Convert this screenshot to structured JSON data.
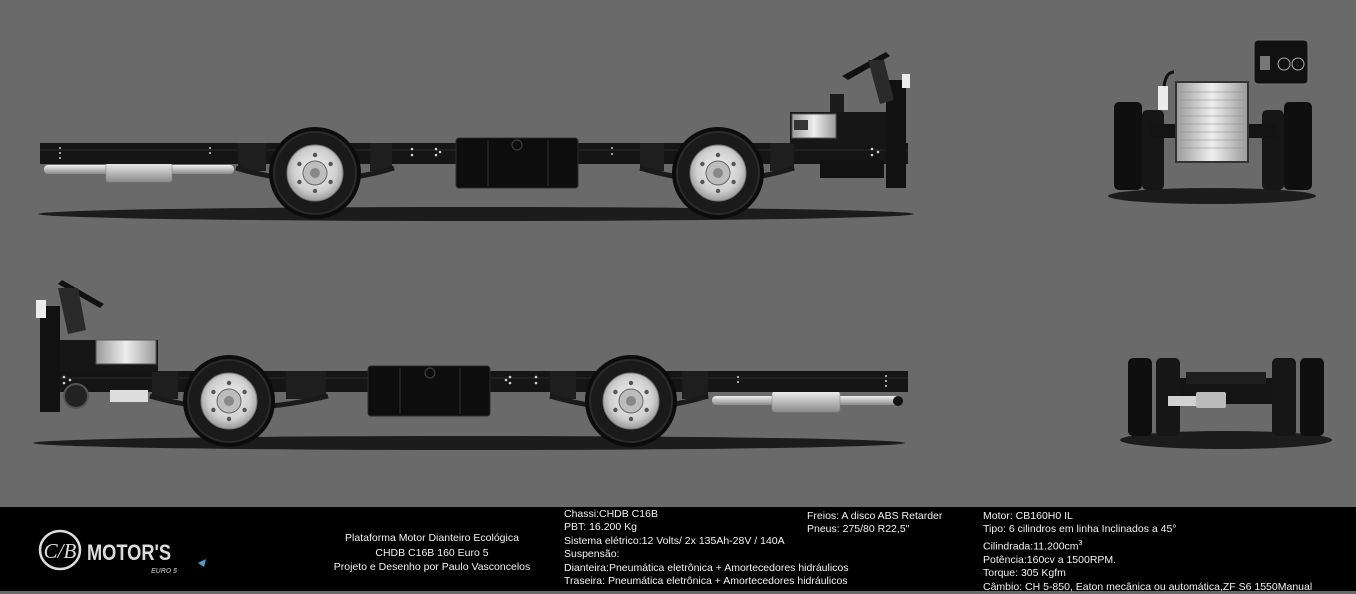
{
  "logo": {
    "monogram": "C/B",
    "name": "MOTOR'S",
    "badge": "EURO 5"
  },
  "platform": {
    "line1": "Plataforma Motor Dianteiro  Ecológica",
    "line2": "CHDB C16B 160 Euro 5",
    "line3": "Projeto e Desenho por Paulo Vasconcelos"
  },
  "chassis": {
    "chassi": "Chassi:CHDB C16B",
    "pbt": "PBT: 16.200 Kg",
    "electric": "Sistema elétrico:12 Volts/ 2x 135Ah-28V / 140A",
    "suspension": "Suspensão:",
    "front": "Dianteira:Pneumática eletrônica + Amortecedores hidráulicos",
    "rear": "Traseira: Pneumática eletrônica + Amortecedores hidráulicos"
  },
  "brakes": {
    "brakes": "Freios:  A disco ABS Retarder",
    "tires": "Pneus:  275/80 R22,5\""
  },
  "engine": {
    "motor": "Motor:  CB160H0 IL",
    "type": "Tipo: 6 cilindros em linha Inclinados a 45°",
    "displacement": "Cilindrada:11.200cm",
    "displacement_sup": "3",
    "power": "Potência:160cv a 1500RPM.",
    "torque": "Torque: 305 Kgfm",
    "gearbox": "Câmbio: CH 5-850, Eaton mecânica ou automática,ZF S6 1550Manual"
  },
  "colors": {
    "background": "#6a6a6a",
    "footer": "#000000",
    "frame": "#151515",
    "wheel_rim": "#d6d6d6",
    "exhaust": "#c8c8c8"
  }
}
